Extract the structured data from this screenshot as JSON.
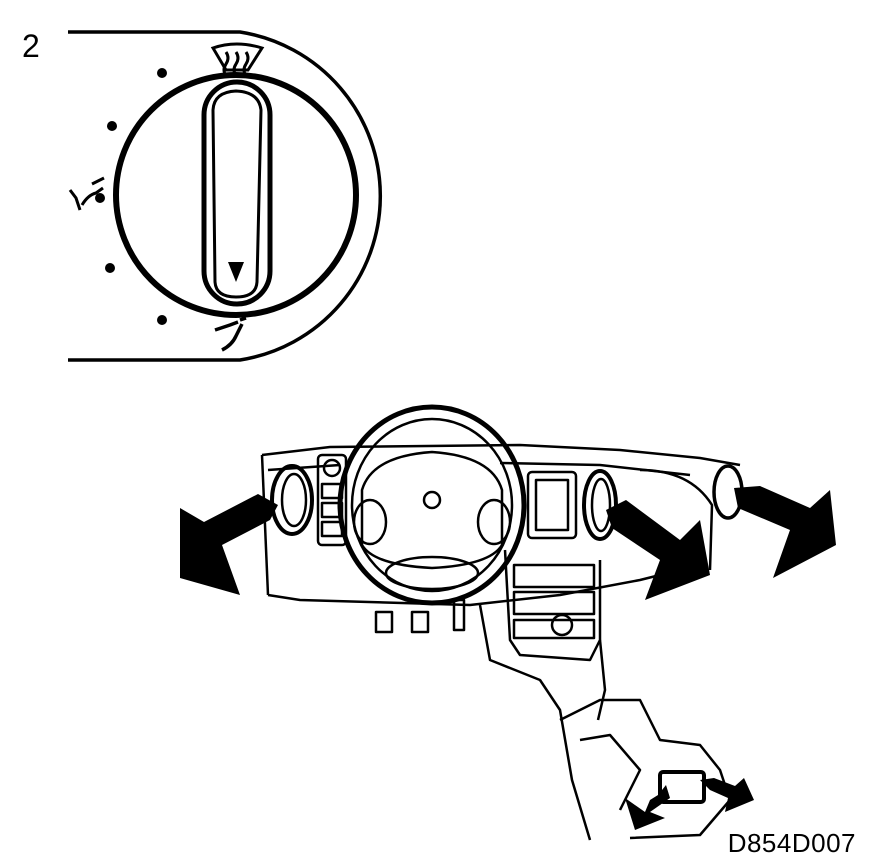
{
  "step_number": "2",
  "figure_code": "D854D007",
  "line_color": "#000000",
  "background_color": "#ffffff",
  "control_knob": {
    "icons": [
      "defrost-icon",
      "face-vent-icon",
      "floor-vent-icon",
      "indicator-arrow-icon"
    ],
    "detent_count": 5
  },
  "dashboard": {
    "airflow_arrows": [
      "left-side-vent-arrow",
      "center-vent-arrow",
      "right-side-vent-arrow",
      "rear-left-arrow",
      "rear-right-arrow"
    ]
  }
}
